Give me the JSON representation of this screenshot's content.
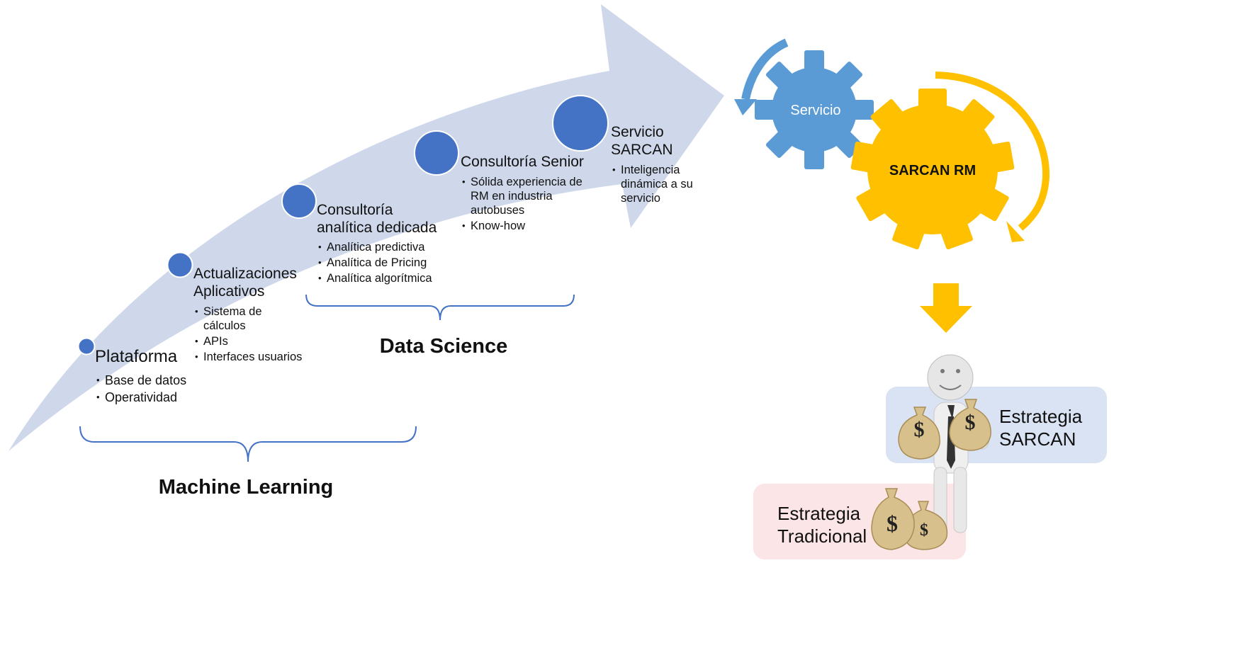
{
  "stages": [
    {
      "title": "Plataforma",
      "bullets": [
        "Base de datos",
        "Operatividad"
      ]
    },
    {
      "title": "Actualizaciones Aplicativos",
      "bullets": [
        "Sistema de cálculos",
        "APIs",
        "Interfaces usuarios"
      ]
    },
    {
      "title": "Consultoría analítica dedicada",
      "bullets": [
        "Analítica predictiva",
        "Analítica de Pricing",
        "Analítica algorítmica"
      ]
    },
    {
      "title": "Consultoría Senior",
      "bullets": [
        "Sólida experiencia de RM en industria autobuses",
        "Know-how"
      ]
    },
    {
      "title": "Servicio SARCAN",
      "bullets": [
        "Inteligencia dinámica a su servicio"
      ]
    }
  ],
  "groups": {
    "data_science": "Data Science",
    "machine_learning": "Machine Learning"
  },
  "gears": {
    "small": "Servicio",
    "large": "SARCAN RM"
  },
  "strategies": {
    "sarcan": "Estrategia SARCAN",
    "traditional": "Estrategia Tradicional"
  },
  "colors": {
    "arrow": "#cfd8ea",
    "node": "#4472c4",
    "brace": "#4472c4",
    "gear_small": "#5b9bd5",
    "gear_large": "#ffc000",
    "sarcan_box": "#dae3f3",
    "traditional_box": "#fbe5e6"
  },
  "icons": [
    "figure-icon",
    "money-bag-icon",
    "dollar-icon"
  ]
}
